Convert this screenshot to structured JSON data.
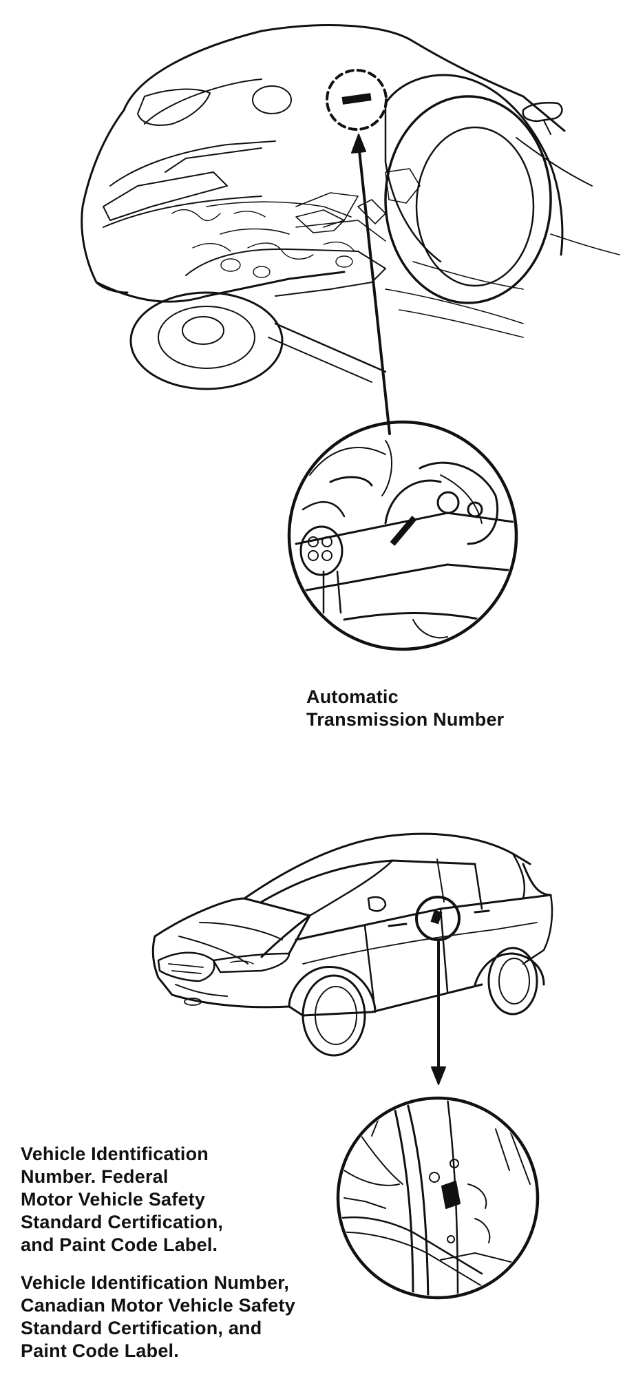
{
  "labels": {
    "transmission": "Automatic\nTransmission Number",
    "vin_federal": "Vehicle Identification\nNumber. Federal\nMotor Vehicle Safety\nStandard Certification,\nand Paint Code Label.",
    "vin_canadian": "Vehicle Identification Number,\nCanadian Motor Vehicle Safety\nStandard Certification, and\nPaint Code Label."
  }
}
